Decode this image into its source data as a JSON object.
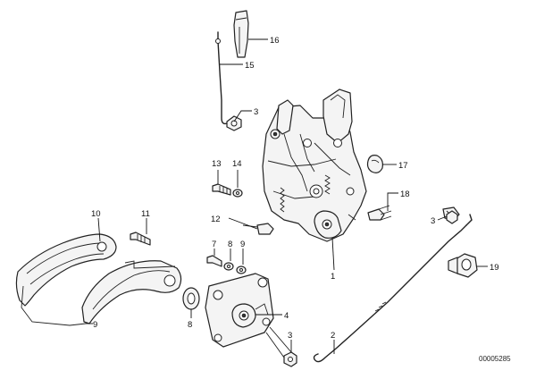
{
  "diagram": {
    "document_id": "00005285",
    "callouts": [
      {
        "id": "c1",
        "label": "1"
      },
      {
        "id": "c2",
        "label": "2"
      },
      {
        "id": "c3a",
        "label": "3"
      },
      {
        "id": "c3b",
        "label": "3"
      },
      {
        "id": "c3c",
        "label": "3"
      },
      {
        "id": "c4",
        "label": "4"
      },
      {
        "id": "c7",
        "label": "7"
      },
      {
        "id": "c8a",
        "label": "8"
      },
      {
        "id": "c8b",
        "label": "8"
      },
      {
        "id": "c9a",
        "label": "9"
      },
      {
        "id": "c9b",
        "label": "9"
      },
      {
        "id": "c10",
        "label": "10"
      },
      {
        "id": "c11",
        "label": "11"
      },
      {
        "id": "c12",
        "label": "12"
      },
      {
        "id": "c13",
        "label": "13"
      },
      {
        "id": "c14",
        "label": "14"
      },
      {
        "id": "c15",
        "label": "15"
      },
      {
        "id": "c16",
        "label": "16"
      },
      {
        "id": "c17",
        "label": "17"
      },
      {
        "id": "c18",
        "label": "18"
      },
      {
        "id": "c19",
        "label": "19"
      }
    ]
  }
}
